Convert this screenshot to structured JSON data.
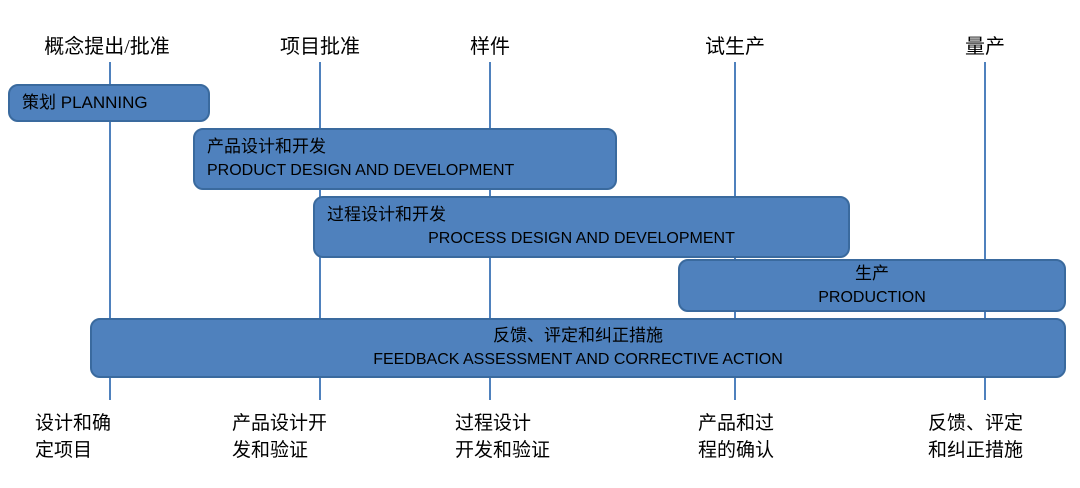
{
  "colors": {
    "bar_fill": "#4F81BD",
    "bar_border": "#3A6A9E",
    "milestone_line": "#4F81BD",
    "text": "#000000",
    "background": "#FFFFFF"
  },
  "milestones": [
    {
      "label": "概念提出/批准"
    },
    {
      "label": "项目批准"
    },
    {
      "label": "样件"
    },
    {
      "label": "试生产"
    },
    {
      "label": "量产"
    }
  ],
  "phases": [
    {
      "zh": "策划",
      "en": "PLANNING"
    },
    {
      "zh": "产品设计和开发",
      "en": "PRODUCT DESIGN AND DEVELOPMENT"
    },
    {
      "zh": "过程设计和开发",
      "en": "PROCESS DESIGN AND DEVELOPMENT"
    },
    {
      "zh": "生产",
      "en": "PRODUCTION"
    },
    {
      "zh": "反馈、评定和纠正措施",
      "en": "FEEDBACK ASSESSMENT AND CORRECTIVE ACTION"
    }
  ],
  "deliverables": [
    {
      "line1": "设计和确",
      "line2": "定项目"
    },
    {
      "line1": "产品设计开",
      "line2": "发和验证"
    },
    {
      "line1": "过程设计",
      "line2": "开发和验证"
    },
    {
      "line1": "产品和过",
      "line2": "程的确认"
    },
    {
      "line1": "反馈、评定",
      "line2": "和纠正措施"
    }
  ]
}
